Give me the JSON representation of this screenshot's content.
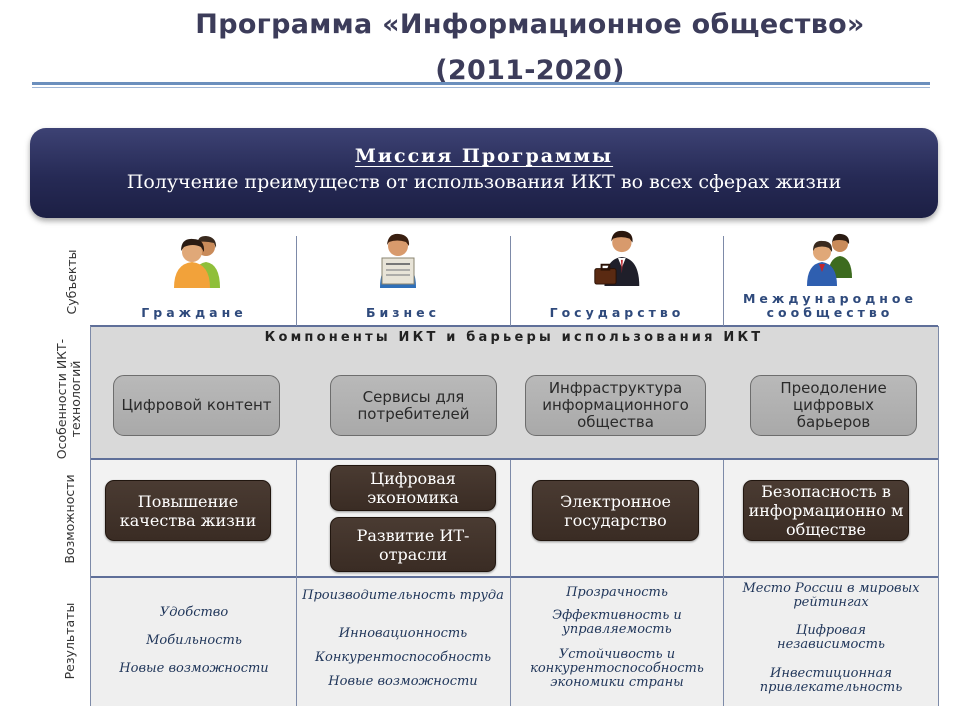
{
  "header": {
    "title_line1": "Программа «Информационное общество»",
    "title_line2": "(2011-2020)"
  },
  "mission": {
    "title": "Миссия Программы",
    "text": "Получение преимуществ от использования ИКТ во всех сферах жизни"
  },
  "row_labels": {
    "subjects": "Субъекты",
    "ict_features": "Особенности ИКТ-технологий",
    "opportunities": "Возможности",
    "results": "Результаты"
  },
  "subjects": [
    {
      "label": "Граждане",
      "icon": "citizens-icon"
    },
    {
      "label": "Бизнес",
      "icon": "business-icon"
    },
    {
      "label": "Государство",
      "icon": "state-icon"
    },
    {
      "label": "Международное сообщество",
      "icon": "international-icon"
    }
  ],
  "components": {
    "header": "Компоненты ИКТ и барьеры использования ИКТ",
    "items": [
      "Цифровой контент",
      "Сервисы для потребителей",
      "Инфраструктура информационного общества",
      "Преодоление цифровых барьеров"
    ]
  },
  "opportunities": {
    "quality": "Повышение качества жизни",
    "economy": "Цифровая экономика",
    "it_dev": "Развитие ИТ-отрасли",
    "egov": "Электронное государство",
    "security": "Безопасность в информационно м обществе"
  },
  "results": [
    [
      "Удобство",
      "Мобильность",
      "Новые возможности"
    ],
    [
      "Производительность труда",
      "Инновационность",
      "Конкурентоспособность",
      "Новые возможности"
    ],
    [
      "Прозрачность",
      "Эффективность и управляемость",
      "Устойчивость и конкурентоспособность экономики страны"
    ],
    [
      "Место России в мировых рейтингах",
      "Цифровая независимость",
      "Инвестиционная привлекательность"
    ]
  ],
  "colors": {
    "mission_bg": "#262a55",
    "subject_text": "#2f4a7c",
    "dark_button": "#3a2c24",
    "gray_button": "#b0b0b0",
    "result_text": "#1f3559"
  }
}
